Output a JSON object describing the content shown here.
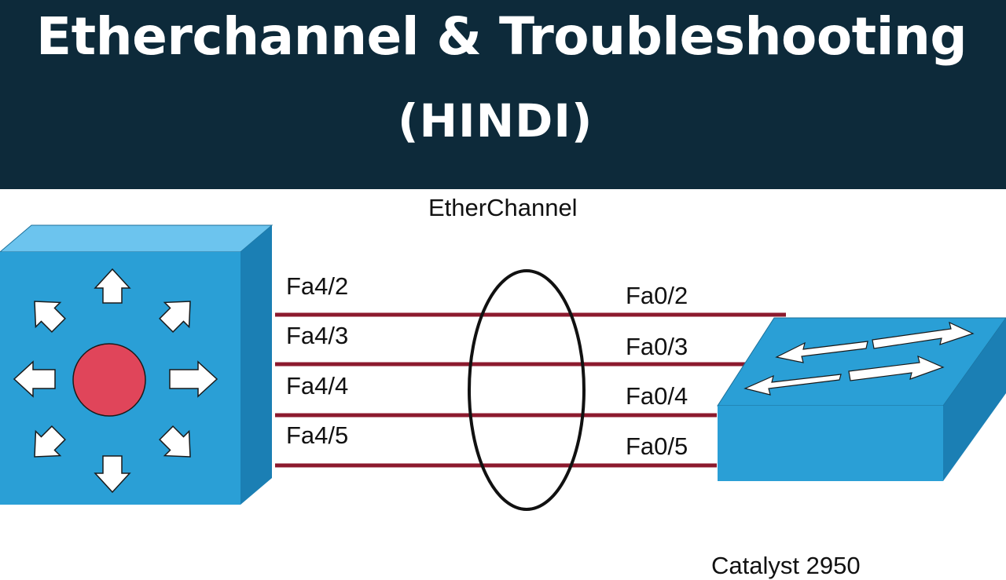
{
  "header": {
    "title": "Etherchannel & Troubleshooting",
    "subtitle": "(HINDI)"
  },
  "diagram": {
    "channel_label": "EtherChannel",
    "left_ports": [
      "Fa4/2",
      "Fa4/3",
      "Fa4/4",
      "Fa4/5"
    ],
    "right_ports": [
      "Fa0/2",
      "Fa0/3",
      "Fa0/4",
      "Fa0/5"
    ],
    "bottom_caption": "Catalyst 2950"
  },
  "colors": {
    "banner": "#0d2a3a",
    "device_blue": "#2a9fd6",
    "link_red": "#8c1a2e",
    "router_dot": "#e0455a"
  },
  "icons": {
    "left_device": "multilayer-switch-icon",
    "right_device": "workgroup-switch-icon"
  }
}
